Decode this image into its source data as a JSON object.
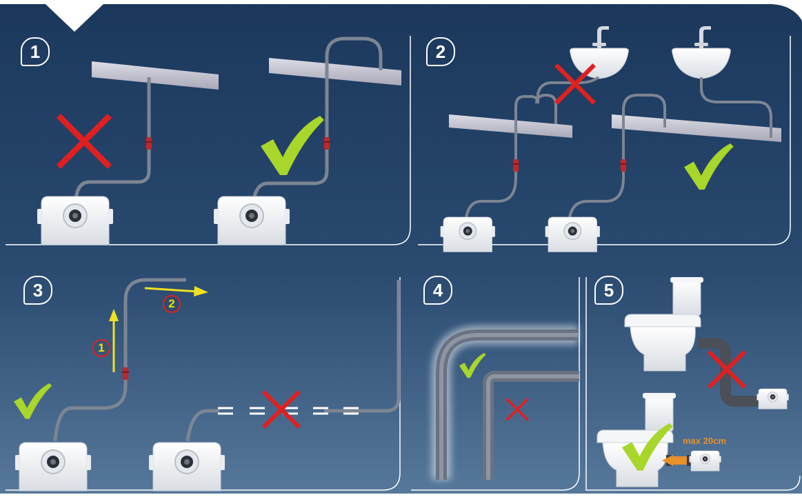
{
  "panels": [
    {
      "number": "1"
    },
    {
      "number": "2"
    },
    {
      "number": "3"
    },
    {
      "number": "4"
    },
    {
      "number": "5"
    }
  ],
  "panel3": {
    "arrow_up_number": "1",
    "arrow_right_number": "2"
  },
  "panel5": {
    "max_label": "max 20cm"
  },
  "colors": {
    "background_top": "#1d3a60",
    "background_bottom": "#4a6d8c",
    "check": "#a8d62a",
    "cross": "#e02020",
    "arrow": "#f0e020",
    "orange": "#e8902a"
  },
  "icons": [
    "cross-icon",
    "check-icon",
    "arrow-icon",
    "pump-unit",
    "sink",
    "toilet",
    "beam",
    "pipe",
    "valve"
  ]
}
